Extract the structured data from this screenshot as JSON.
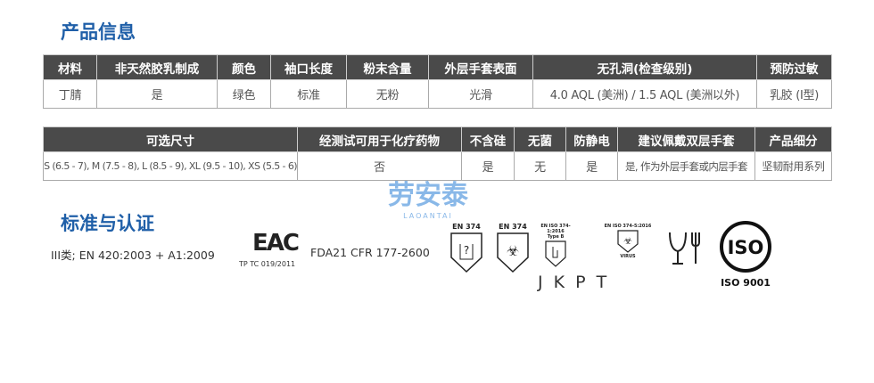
{
  "product_info": {
    "title": "产品信息",
    "headers": [
      "材料",
      "非天然胶乳制成",
      "颜色",
      "袖口长度",
      "粉末含量",
      "外层手套表面",
      "无孔洞(检查级别)",
      "预防过敏"
    ],
    "values": [
      "丁腈",
      "是",
      "绿色",
      "标准",
      "无粉",
      "光滑",
      "4.0 AQL (美洲) / 1.5 AQL (美洲以外)",
      "乳胶 (I型)"
    ]
  },
  "product_info2": {
    "headers": [
      "可选尺寸",
      "经测试可用于化疗药物",
      "不含硅",
      "无菌",
      "防静电",
      "建议佩戴双层手套",
      "产品细分"
    ],
    "values": [
      "S (6.5 - 7), M (7.5 - 8), L (8.5 - 9), XL (9.5 - 10), XS (5.5 - 6)",
      "否",
      "是",
      "无",
      "是",
      "是, 作为外层手套或内层手套",
      "坚韧耐用系列"
    ]
  },
  "standards": {
    "title": "标准与认证",
    "en420": "III类; EN 420:2003 + A1:2009",
    "eac": "EAC",
    "eac_sub": "TP TC 019/2011",
    "fda": "FDA21 CFR 177-2600",
    "en374a": "EN 374",
    "en374b": "EN 374",
    "en374_1": "EN ISO 374-1:2016",
    "type_b": "Type B",
    "letters": "J K P T",
    "en374_5": "EN ISO 374-5:2016",
    "virus": "VIRUS",
    "iso": "ISO",
    "iso9001": "ISO 9001"
  },
  "watermark": {
    "name": "劳安泰",
    "latin": "LAOANTAI"
  }
}
